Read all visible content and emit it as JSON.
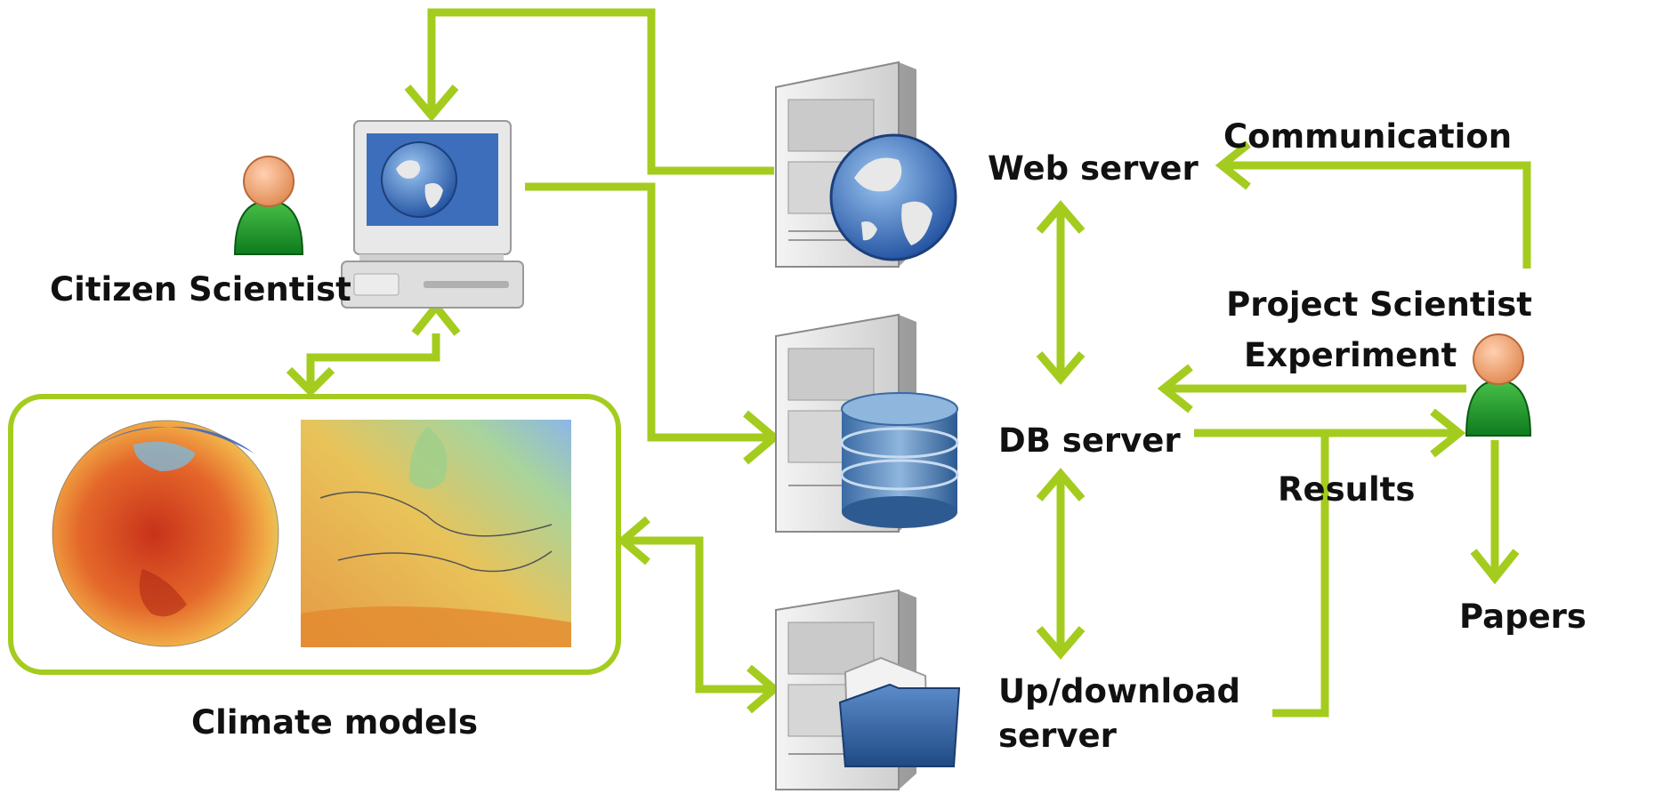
{
  "labels": {
    "citizen_scientist": "Citizen Scientist",
    "climate_models": "Climate models",
    "web_server": "Web server",
    "db_server": "DB  server",
    "updown_line1": "Up/download",
    "updown_line2": "server",
    "communication": "Communication",
    "experiment": "Experiment",
    "results": "Results",
    "project_scientist": "Project Scientist",
    "papers": "Papers"
  },
  "colors": {
    "arrow": "#a4cc1f",
    "text": "#111111",
    "person_head": "#f0a878",
    "person_body": "#1e9a2c",
    "server_body": "#e4e4e4",
    "globe": "#3a6fc0",
    "database": "#4a7bb0",
    "folder": "#3b6aa6"
  },
  "icons": {
    "citizen": "person-icon",
    "project": "person-icon",
    "computer": "desktop-computer-icon",
    "web_server": "server-globe-icon",
    "db_server": "server-database-icon",
    "file_server": "server-folder-icon",
    "globe_model": "climate-globe-map",
    "europe_model": "climate-europe-map"
  }
}
